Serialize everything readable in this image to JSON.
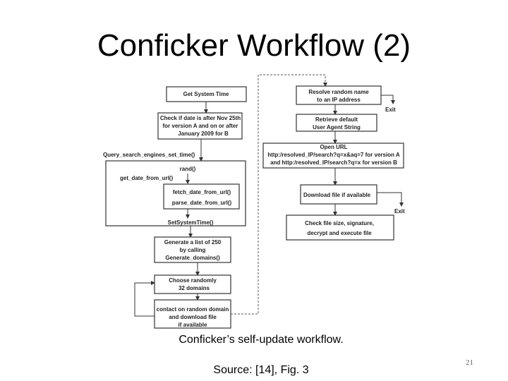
{
  "slide": {
    "title": "Conficker Workflow (2)",
    "caption": "Conficker’s self-update workflow.",
    "source": "Source: [14], Fig. 3",
    "page_number": "21"
  },
  "diagram": {
    "get_time": "Get System Time",
    "check_date": [
      "Check if date is after Nov 25th",
      "for version A and on or after",
      "January 2009 for B"
    ],
    "query_label": "Query_search_engines_set_time()",
    "rand": "rand()",
    "get_date": "get_date_from_url()",
    "fetch": "fetch_date_from_url()",
    "parse": "parse_date_from_url()",
    "set_time": "SetSystemTime()",
    "generate": [
      "Generate a list of 250",
      "by calling",
      "Generate_domains()"
    ],
    "choose": [
      "Choose randomly",
      "32 domains"
    ],
    "contact": [
      "contact on random domain",
      "and download file",
      "if available"
    ],
    "resolve": [
      "Resolve random name",
      "to an IP address"
    ],
    "exit1": "Exit",
    "retrieve": [
      "Retrieve default",
      "User Agent String"
    ],
    "open_url": [
      "Open URL",
      "http:/resolved_IP/search?q=x&aq=7 for version A",
      "and http:/resolved_IP/search?q=x for version B"
    ],
    "download": "Download file if available",
    "exit2": "Exit",
    "check_file": [
      "Check file size, signature,",
      "decrypt and execute file"
    ]
  }
}
